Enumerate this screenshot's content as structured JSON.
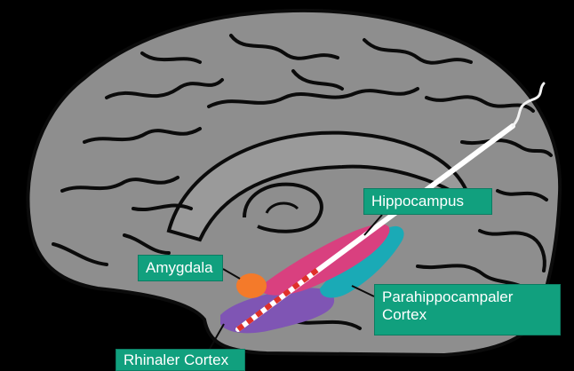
{
  "labels": {
    "hippocampus": "Hippocampus",
    "amygdala": "Amygdala",
    "parahippocampal": "Parahippocampaler\nCortex",
    "rhinal": "Rhinaler Cortex"
  },
  "colors": {
    "background": "#000000",
    "brain": "#8e8e8e",
    "sulci": "#0b0b0b",
    "label_bg": "#11a07e",
    "label_text": "#ffffff",
    "amygdala": "#f47a2a",
    "hippocampus": "#d9407f",
    "parahippocampal": "#1aaab6",
    "rhinal": "#7f55b4",
    "probe": "#ffffff",
    "probe_tip_stripe": "#e0302a"
  },
  "icons": {
    "probe": "electrode-probe-icon"
  }
}
